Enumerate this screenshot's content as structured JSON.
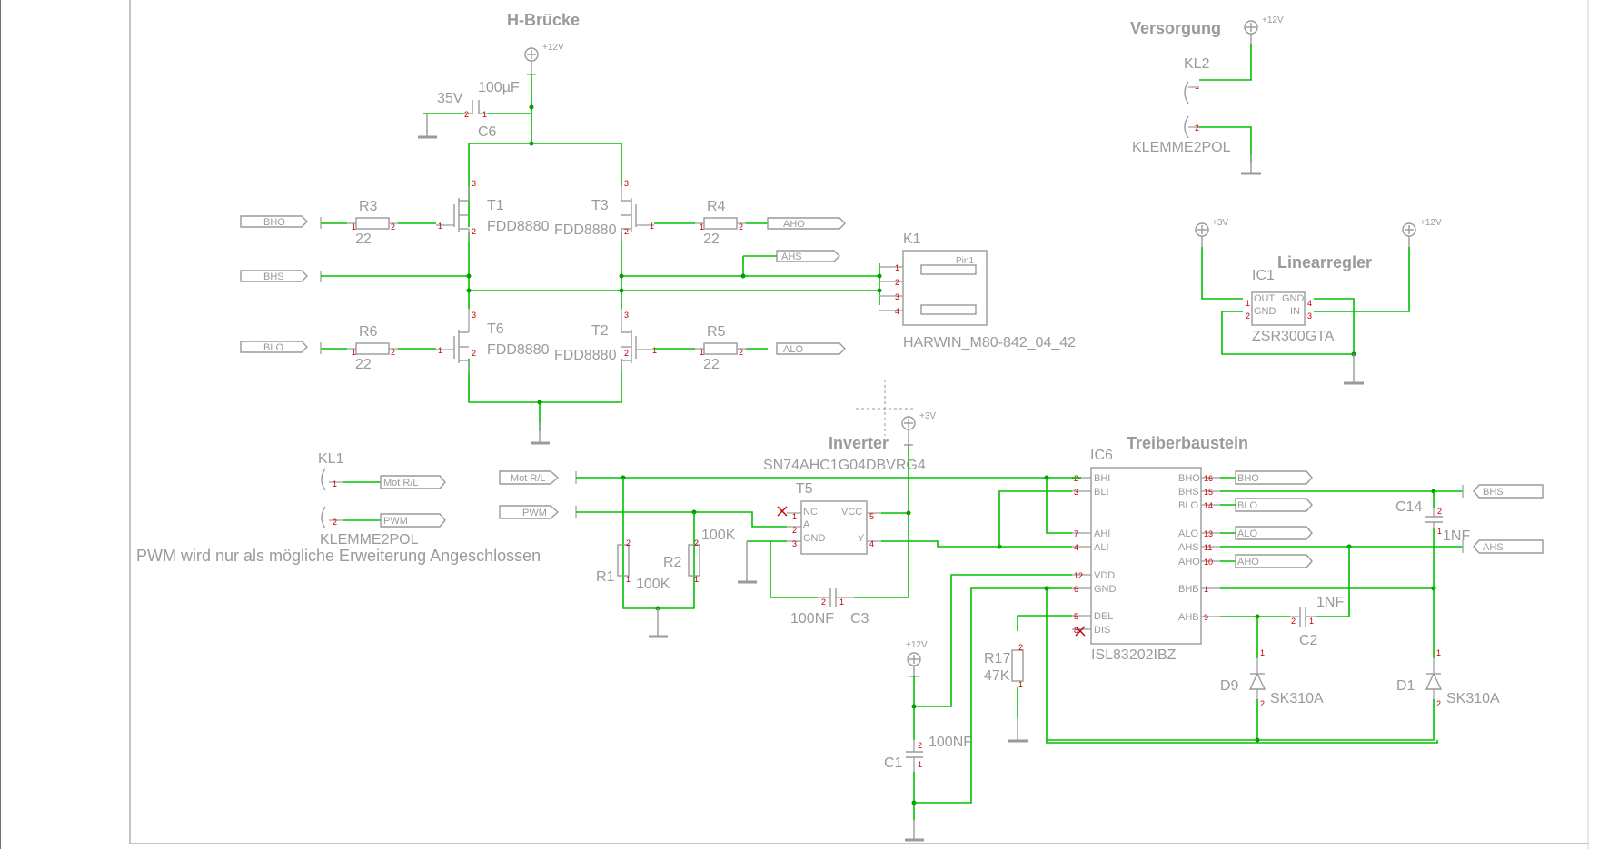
{
  "titles": {
    "hbridge": "H-Brücke",
    "supply": "Versorgung",
    "linreg": "Linearregler",
    "inverter": "Inverter",
    "inverter_part": "SN74AHC1G04DBVRG4",
    "driver": "Treiberbaustein",
    "note": "PWM wird nur als mögliche Erweiterung Angeschlossen"
  },
  "supplies": {
    "v12": "+12V",
    "v3": "+3V"
  },
  "ports": {
    "bho": "BHO",
    "bhs": "BHS",
    "blo": "BLO",
    "aho": "AHO",
    "ahs": "AHS",
    "alo": "ALO",
    "mot": "Mot R/L",
    "pwm": "PWM"
  },
  "parts": {
    "c6": {
      "name": "C6",
      "value": "100µF",
      "voltage": "35V"
    },
    "r3": {
      "name": "R3",
      "value": "22"
    },
    "r4": {
      "name": "R4",
      "value": "22"
    },
    "r5": {
      "name": "R5",
      "value": "22"
    },
    "r6": {
      "name": "R6",
      "value": "22"
    },
    "t1": {
      "name": "T1",
      "value": "FDD8880"
    },
    "t2": {
      "name": "T2",
      "value": "FDD8880"
    },
    "t3": {
      "name": "T3",
      "value": "FDD8880"
    },
    "t6": {
      "name": "T6",
      "value": "FDD8880"
    },
    "k1": {
      "name": "K1",
      "value": "HARWIN_M80-842_04_42",
      "pin1": "Pin1"
    },
    "kl1": {
      "name": "KL1",
      "value": "KLEMME2POL"
    },
    "kl2": {
      "name": "KL2",
      "value": "KLEMME2POL"
    },
    "ic1": {
      "name": "IC1",
      "value": "ZSR300GTA"
    },
    "t5": {
      "name": "T5"
    },
    "ic6": {
      "name": "IC6",
      "value": "ISL83202IBZ"
    },
    "r1": {
      "name": "R1",
      "value": "100K"
    },
    "r2": {
      "name": "R2",
      "value": "100K"
    },
    "r17": {
      "name": "R17",
      "value": "47K"
    },
    "c1": {
      "name": "C1",
      "value": "100NF"
    },
    "c2": {
      "name": "C2",
      "value": "1NF"
    },
    "c3": {
      "name": "C3",
      "value": "100NF"
    },
    "c14": {
      "name": "C14",
      "value": "1NF"
    },
    "d1": {
      "name": "D1",
      "value": "SK310A"
    },
    "d9": {
      "name": "D9",
      "value": "SK310A"
    }
  },
  "pins": {
    "ic1_out": "OUT",
    "ic1_gnd_l": "GND",
    "ic1_gnd_r": "GND",
    "ic1_in": "IN",
    "t5_nc": "NC",
    "t5_a": "A",
    "t5_gnd": "GND",
    "t5_vcc": "VCC",
    "t5_y": "Y",
    "ic6_left": [
      "BHI",
      "BLI",
      "AHI",
      "ALI",
      "VDD",
      "GND",
      "DEL",
      "DIS"
    ],
    "ic6_right": [
      "BHO",
      "BHS",
      "BLO",
      "ALO",
      "AHS",
      "AHO",
      "BHB",
      "AHB"
    ],
    "ic6_left_num": [
      "2",
      "3",
      "7",
      "4",
      "12",
      "6",
      "5",
      "8"
    ],
    "ic6_right_num": [
      "16",
      "15",
      "14",
      "13",
      "11",
      "10",
      "1",
      "9"
    ]
  },
  "colors": {
    "wire": "#00c000",
    "symbol": "#9a9a9a",
    "pin_number": "#c00000"
  }
}
